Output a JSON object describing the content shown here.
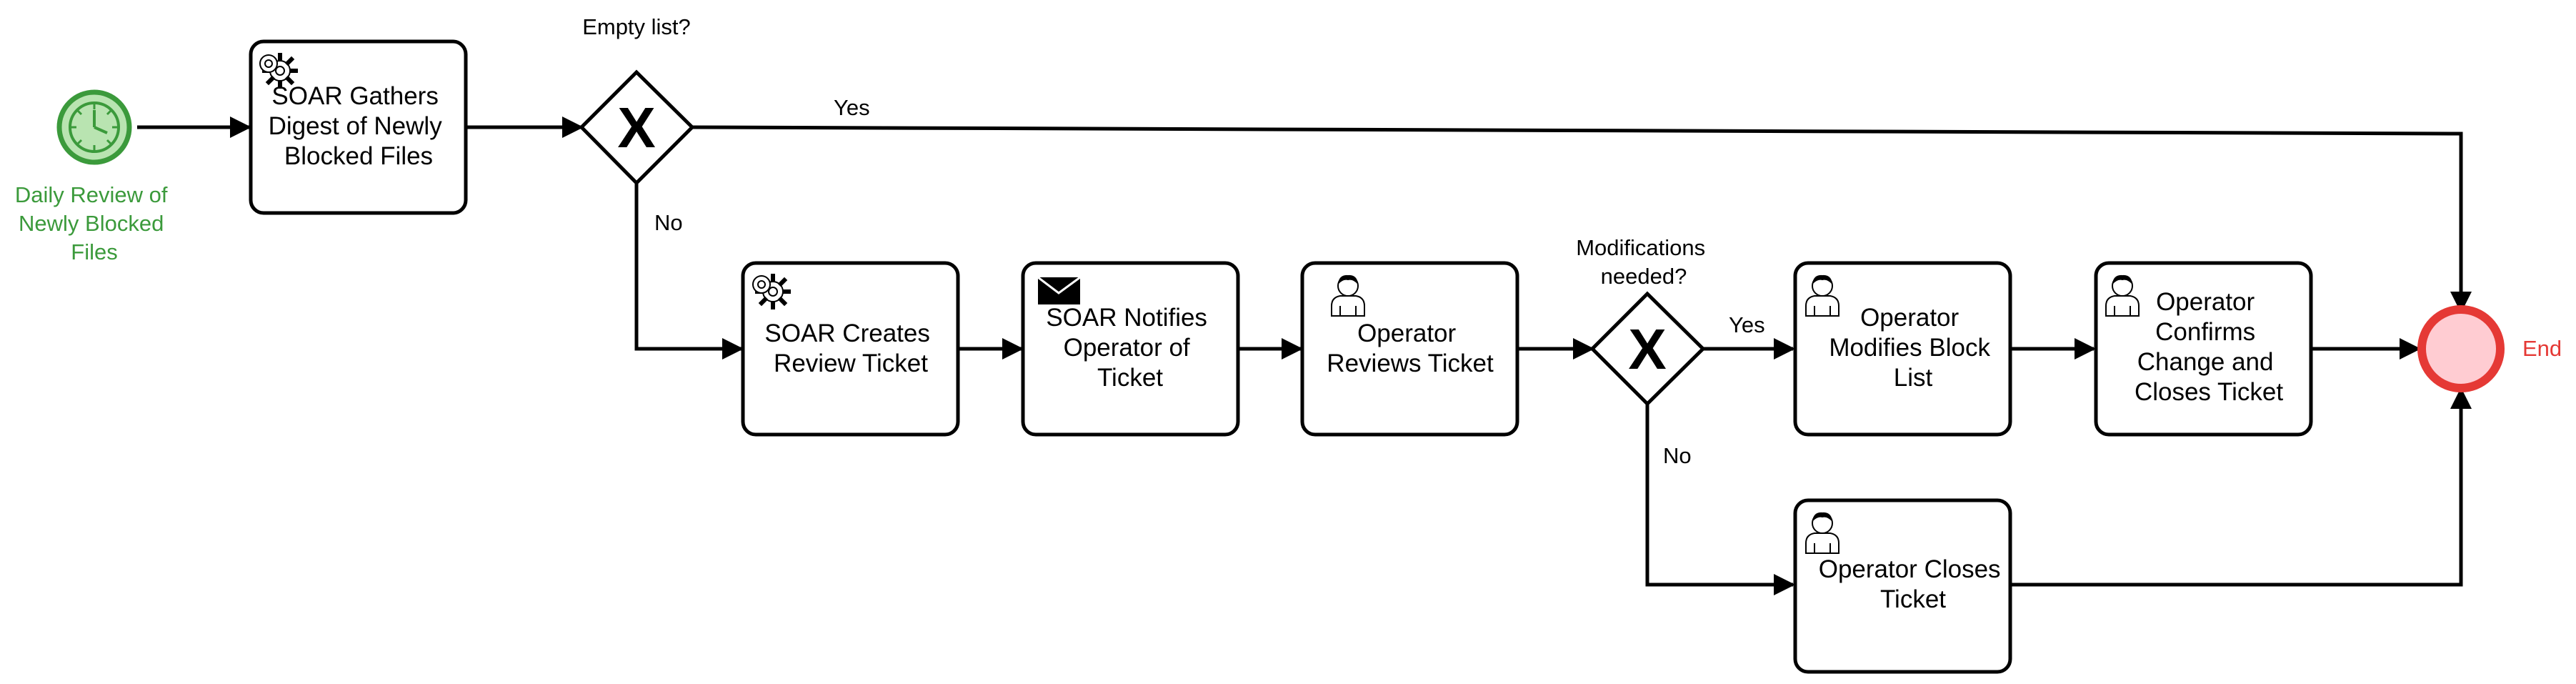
{
  "start_event": {
    "label_lines": [
      "Daily Review of",
      "Newly Blocked",
      "Files"
    ],
    "icon": "clock-icon",
    "fill": "#b9e4b1",
    "stroke": "#3b9a3b"
  },
  "end_event": {
    "label": "End",
    "fill": "#ffccd2",
    "stroke": "#e53935"
  },
  "tasks": [
    {
      "id": "gather",
      "type": "service",
      "icon": "gear-icon",
      "lines": [
        "SOAR Gathers",
        "Digest of Newly",
        "Blocked Files"
      ]
    },
    {
      "id": "create",
      "type": "service",
      "icon": "gear-icon",
      "lines": [
        "SOAR Creates",
        "Review Ticket"
      ]
    },
    {
      "id": "notify",
      "type": "send",
      "icon": "envelope-icon",
      "lines": [
        "SOAR Notifies",
        "Operator of",
        "Ticket"
      ]
    },
    {
      "id": "review",
      "type": "user",
      "icon": "user-icon",
      "lines": [
        "Operator",
        "Reviews Ticket"
      ]
    },
    {
      "id": "modify",
      "type": "user",
      "icon": "user-icon",
      "lines": [
        "Operator",
        "Modifies Block",
        "List"
      ]
    },
    {
      "id": "confirm",
      "type": "user",
      "icon": "user-icon",
      "lines": [
        "Operator",
        "Confirms",
        "Change and",
        "Closes Ticket"
      ]
    },
    {
      "id": "close",
      "type": "user",
      "icon": "user-icon",
      "lines": [
        "Operator Closes",
        "Ticket"
      ]
    }
  ],
  "gateways": [
    {
      "id": "empty",
      "type": "exclusive",
      "marker": "X",
      "label_lines": [
        "Empty list?"
      ]
    },
    {
      "id": "mods",
      "type": "exclusive",
      "marker": "X",
      "label_lines": [
        "Modifications",
        "needed?"
      ]
    }
  ],
  "flow_labels": {
    "empty_yes": "Yes",
    "empty_no": "No",
    "mods_yes": "Yes",
    "mods_no": "No"
  }
}
